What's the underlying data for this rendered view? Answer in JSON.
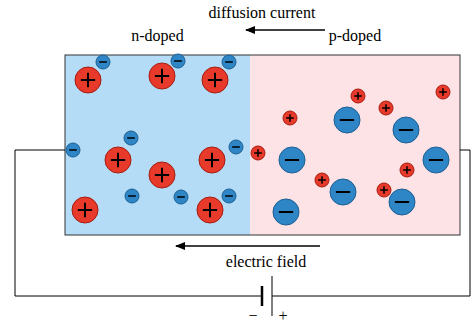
{
  "diagram": {
    "nodes": [
      {
        "text": [
          "n-doped"
        ]
      },
      {
        "text": [
          "p-doped"
        ]
      }
    ],
    "labels": [
      "diffusion current",
      "electric field",
      "−",
      "+"
    ]
  }
}
